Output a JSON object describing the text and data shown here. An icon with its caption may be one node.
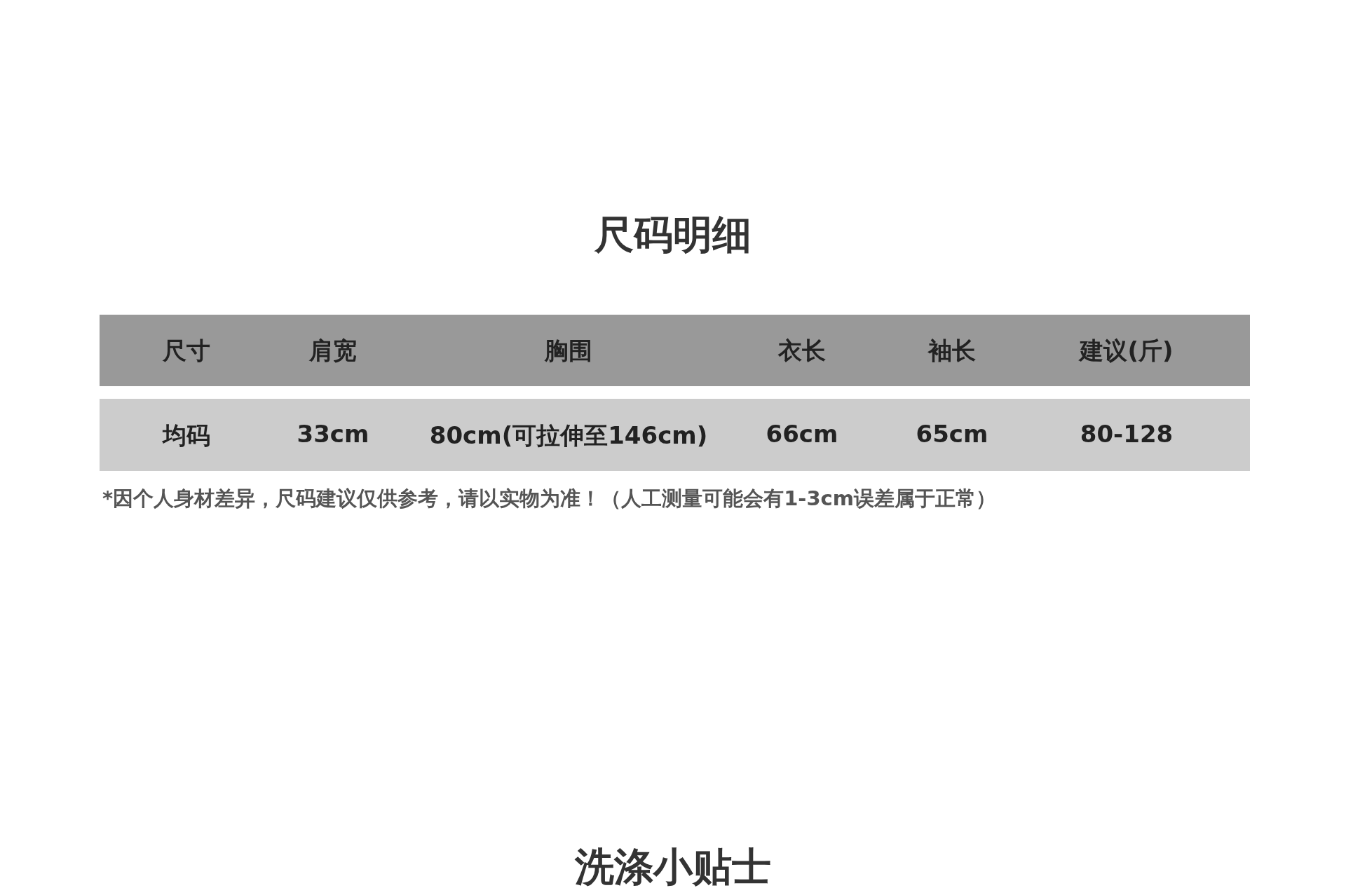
{
  "diagram": {
    "title": "尺码明细",
    "labels": [
      "尺寸",
      "肩宽",
      "胸围",
      "衣长",
      "袖长",
      "建议(斤)",
      "均码",
      "33cm",
      "80cm(可拉伸至146cm)",
      "66cm",
      "65cm",
      "80-128",
      "*因个人身材差异，尺码建议仅供参考，请以实物为准！（人工测量可能会有1-3cm误差属于正常）",
      "洗涤小贴士"
    ]
  }
}
